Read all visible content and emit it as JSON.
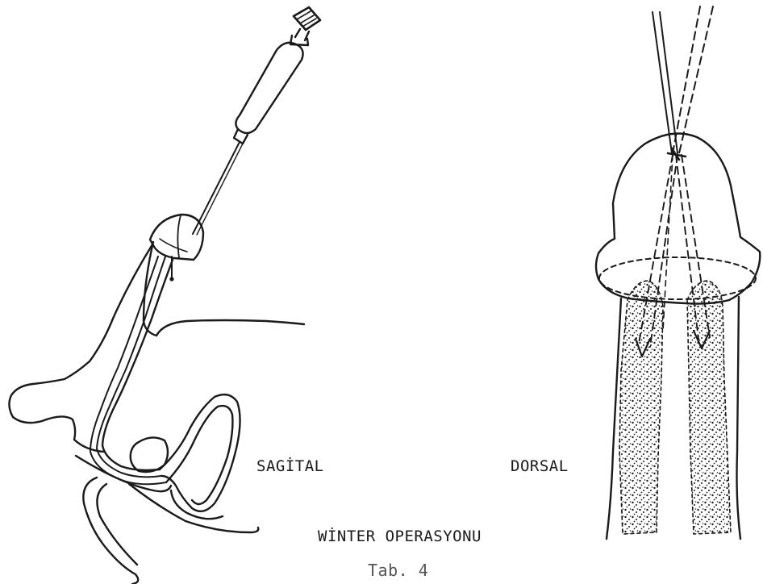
{
  "labels": {
    "left_view": "SAGİTAL",
    "right_view": "DORSAL",
    "caption": "WİNTER OPERASYONU",
    "plate": "Tab. 4"
  },
  "colors": {
    "ink": "#1a1a1a",
    "paper": "#ffffff"
  }
}
